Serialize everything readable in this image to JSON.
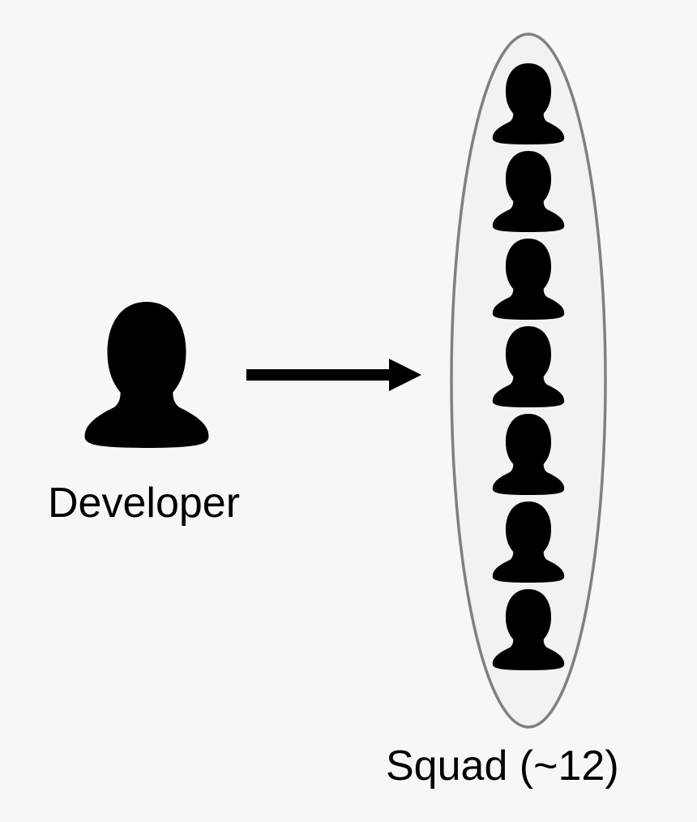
{
  "developer": {
    "label": "Developer",
    "icon": "person-icon"
  },
  "squad": {
    "label": "Squad (~12)",
    "member_icon": "person-icon",
    "visible_members": 7
  },
  "connector": {
    "icon": "arrow-right-icon"
  },
  "colors": {
    "background": "#f7f7f7",
    "icon_fill": "#000000",
    "group_fill": "#f2f2f2",
    "group_stroke": "#808080"
  }
}
